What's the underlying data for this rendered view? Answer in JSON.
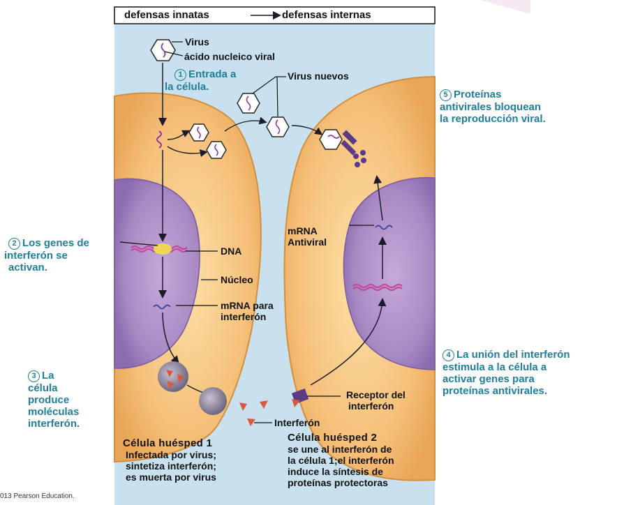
{
  "header": {
    "left": "defensas innatas",
    "right": "defensas internas"
  },
  "labels": {
    "virus": "Virus",
    "acido": "ácido nucleico viral",
    "virus_nuevos": "Virus nuevos",
    "dna": "DNA",
    "nucleo": "Núcleo",
    "mrna_para": "mRNA para",
    "interferon_word": "interferón",
    "mrna": "mRNA",
    "antiviral": "Antiviral",
    "receptor1": "Receptor del",
    "receptor2": "interferón",
    "interferon": "Interferón"
  },
  "steps": {
    "s1": {
      "num": "1",
      "l1": "Entrada a",
      "l2": "la célula."
    },
    "s2": {
      "num": "2",
      "l1": "Los genes de",
      "l2": "interferón se",
      "l3": "activan."
    },
    "s3": {
      "num": "3",
      "l1": "La",
      "l2": "célula",
      "l3": "produce",
      "l4": "moléculas",
      "l5": "interferón."
    },
    "s4": {
      "num": "4",
      "l1": "La unión del interferón",
      "l2": "estimula a la célula a",
      "l3": "activar genes para",
      "l4": "proteínas antivirales."
    },
    "s5": {
      "num": "5",
      "l1": "Proteínas",
      "l2": "antivirales bloquean",
      "l3": "la reproducción viral."
    }
  },
  "cell1": {
    "title": "Célula huésped 1",
    "l1": "Infectada por virus;",
    "l2": "sintetiza interferón;",
    "l3": "es muerta por virus"
  },
  "cell2": {
    "title": "Célula huésped 2",
    "l1": "se une al interferón de",
    "l2": "la célula 1;el interferón",
    "l3": "induce la síntesis de",
    "l4": "proteínas protectoras"
  },
  "copyright": "013 Pearson Education.",
  "colors": {
    "panel": "#c9e1ee",
    "cytoplasm": "#f3bf78",
    "nucleus": "#a98bc4",
    "teal_text": "#1f7e9c",
    "interferon": "#d9593f",
    "receptor": "#5b3b86"
  }
}
